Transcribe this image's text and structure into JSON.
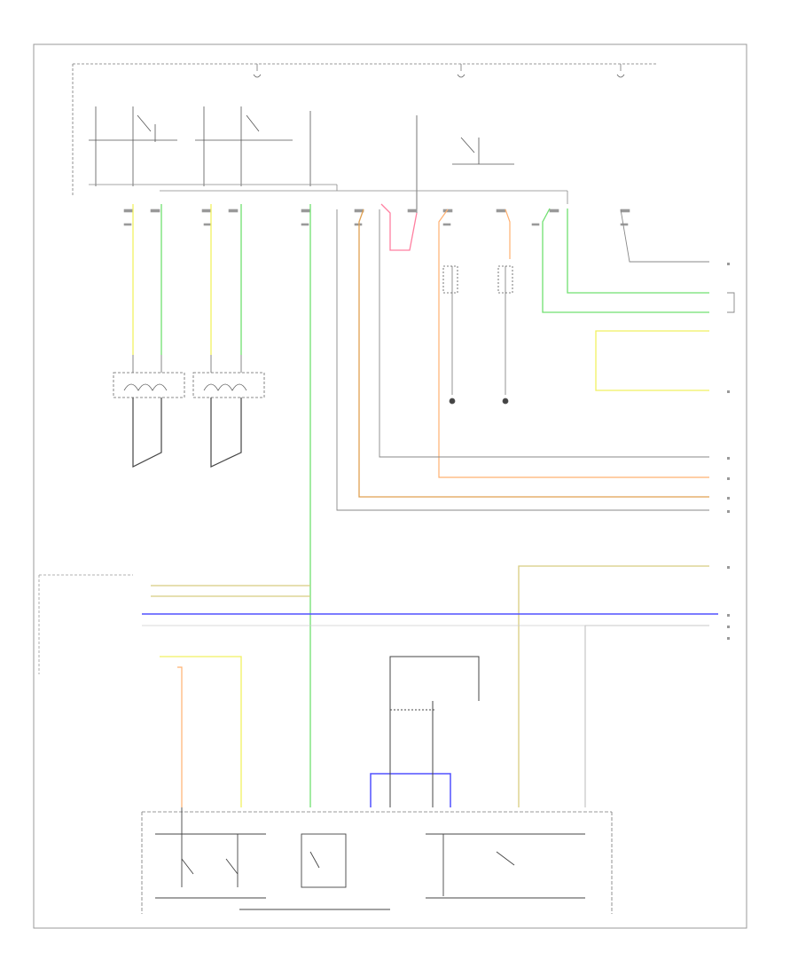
{
  "diagram": {
    "page_code": "",
    "wire_colors": {
      "yellow": "#f0f060",
      "green": "#70e070",
      "pink": "#ff7fa0",
      "orange": "#ffb070",
      "dark_orange": "#e0a050",
      "blue": "#5050ff",
      "tan": "#d8cc80",
      "gray": "#b0b0b0",
      "black": "#444444",
      "light_gray": "#dcdcdc"
    },
    "components": [
      "top-left-power-feed",
      "left-headlight-switch",
      "right-headlight-switch",
      "center-relay",
      "left-headlight-assembly",
      "right-headlight-assembly",
      "left-high-beam-indicator",
      "right-high-beam-indicator",
      "left-switch-block",
      "center-switch-block",
      "right-switch-block"
    ]
  }
}
